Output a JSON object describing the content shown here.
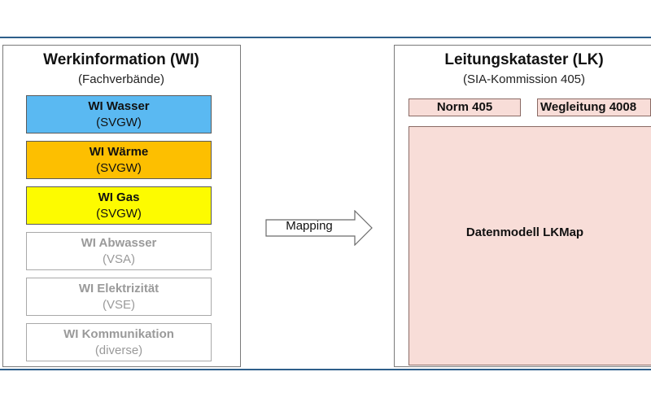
{
  "left_panel": {
    "title": "Werkinformation (WI)",
    "subtitle": "(Fachverbände)",
    "items": [
      {
        "name": "WI Wasser",
        "org": "(SVGW)",
        "color": "#5ab9f2",
        "state": "active"
      },
      {
        "name": "WI Wärme",
        "org": "(SVGW)",
        "color": "#fdbf00",
        "state": "active"
      },
      {
        "name": "WI Gas",
        "org": "(SVGW)",
        "color": "#fdfb00",
        "state": "active"
      },
      {
        "name": "WI Abwasser",
        "org": "(VSA)",
        "color": "#ffffff",
        "state": "inactive"
      },
      {
        "name": "WI Elektrizität",
        "org": "(VSE)",
        "color": "#ffffff",
        "state": "inactive"
      },
      {
        "name": "WI Kommunikation",
        "org": "(diverse)",
        "color": "#ffffff",
        "state": "inactive"
      }
    ]
  },
  "arrow": {
    "label": "Mapping"
  },
  "right_panel": {
    "title": "Leitungskataster (LK)",
    "subtitle": "(SIA-Kommission 405)",
    "norm_label": "Norm 405",
    "wegleitung_label": "Wegleitung 4008",
    "datenmodell_label": "Datenmodell LKMap",
    "fill_color": "#f8ddd8"
  },
  "colors": {
    "rule_line": "#2e5f8a"
  }
}
